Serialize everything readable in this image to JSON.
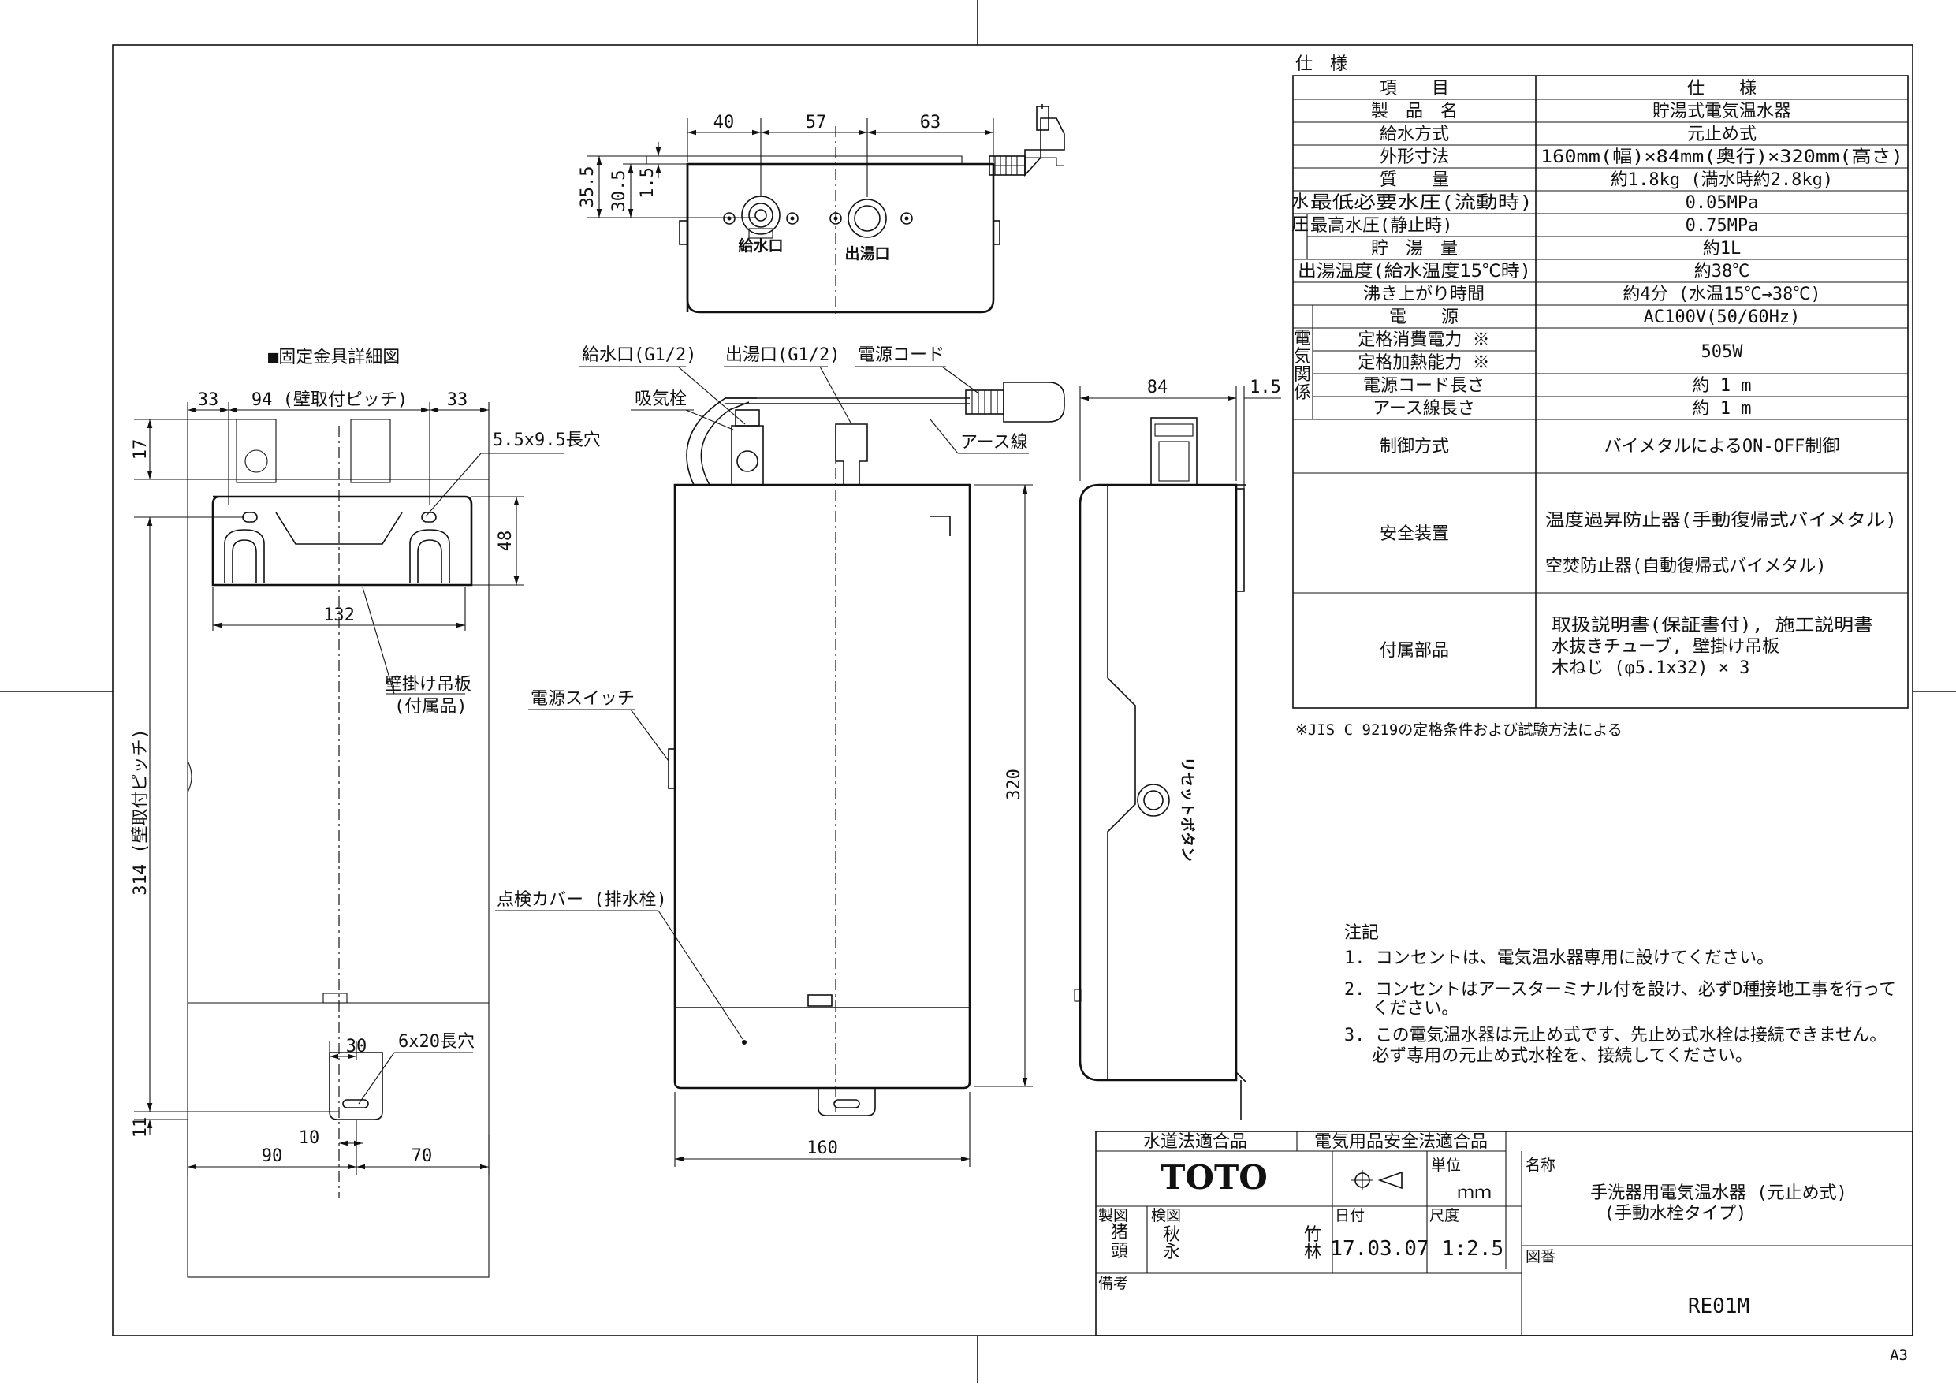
{
  "spec": {
    "caption": "仕　様",
    "header": [
      "項　　目",
      "仕　　様"
    ],
    "rows": [
      {
        "label": "製　品　名",
        "value": "貯湯式電気温水器"
      },
      {
        "label": "給水方式",
        "value": "元止め式"
      },
      {
        "label": "外形寸法",
        "value": "160mm(幅)×84mm(奥行)×320mm(高さ)"
      },
      {
        "label": "質　　量",
        "value": "約1.8kg (満水時約2.8kg)"
      },
      {
        "label": "最低必要水圧(流動時)",
        "value": "0.05MPa"
      },
      {
        "label": "最高水圧(静止時)",
        "value": "0.75MPa"
      },
      {
        "label": "貯　湯　量",
        "value": "約1L"
      },
      {
        "label": "出湯温度(給水温度15℃時)",
        "value": "約38℃"
      },
      {
        "label": "沸き上がり時間",
        "value": "約4分 (水温15℃→38℃)"
      },
      {
        "label": "電　　源",
        "value": "AC100V(50/60Hz)"
      },
      {
        "label": "定格消費電力 ※",
        "value": "505W"
      },
      {
        "label": "定格加熱能力 ※",
        "value": ""
      },
      {
        "label": "電源コード長さ",
        "value": "約 1 m"
      },
      {
        "label": "アース線長さ",
        "value": "約 1 m"
      },
      {
        "label": "制御方式",
        "value": "バイメタルによるON-OFF制御"
      },
      {
        "label": "安全装置",
        "value1": "温度過昇防止器(手動復帰式バイメタル)",
        "value2": "空焚防止器(自動復帰式バイメタル)"
      },
      {
        "label": "付属部品",
        "value1": "取扱説明書(保証書付), 施工説明書",
        "value2": "水抜きチューブ, 壁掛け吊板",
        "value3": "木ねじ (φ5.1x32) × 3"
      }
    ],
    "group_water": "水圧",
    "group_elec": "電気関係",
    "footnote": "※JIS C 9219の定格条件および試験方法による"
  },
  "notes": {
    "title": "注記",
    "items": [
      "1. コンセントは、電気温水器専用に設けてください。",
      "2. コンセントはアースターミナル付を設け、必ずD種接地工事を行って",
      "　 ください。",
      "3. この電気温水器は元止め式です、先止め式水栓は接続できません。",
      "　 必ず専用の元止め式水栓を、接続してください。"
    ]
  },
  "labels": {
    "bracket_title": "■固定金具詳細図",
    "pitch94": "94 (壁取付ピッチ)",
    "slot_upper": "5.5x9.5長穴",
    "slot_lower": "6x20長穴",
    "hanger": "壁掛け吊板",
    "hanger_sub": "(付属品)",
    "pitch314": "314 (壁取付ピッチ)",
    "inlet": "給水口(G1/2)",
    "outlet": "出湯口(G1/2)",
    "cord": "電源コード",
    "vent": "吸気栓",
    "earth": "アース線",
    "switch": "電源スイッチ",
    "cover": "点検カバー (排水栓)",
    "inlet_top": "給水口",
    "outlet_top": "出湯口",
    "reset": "リセットボタン"
  },
  "dims": {
    "d33a": "33",
    "d33b": "33",
    "d17": "17",
    "d48": "48",
    "d132": "132",
    "d30": "30",
    "d11": "11",
    "d10": "10",
    "d90": "90",
    "d70": "70",
    "d160": "160",
    "d320": "320",
    "d84": "84",
    "d1_5s": "1.5",
    "d40": "40",
    "d57": "57",
    "d63": "63",
    "d35_5": "35.5",
    "d30_5": "30.5",
    "d1_5t": "1.5"
  },
  "title_block": {
    "cert1": "水道法適合品",
    "cert2": "電気用品安全法適合品",
    "brand": "TOTO",
    "unit_label": "単位",
    "unit": "ｍｍ",
    "name_label": "名称",
    "name1": "手洗器用電気温水器 (元止め式)",
    "name2": "(手動水栓タイプ)",
    "drawn_label": "製図",
    "drawn": "猪頭",
    "check_label": "検図",
    "check1": "秋永",
    "check2": "竹林",
    "date_label": "日付",
    "date": "17.03.07",
    "scale_label": "尺度",
    "scale": "1:2.5",
    "drawing_no_label": "図番",
    "drawing_no": "RE01M",
    "remarks_label": "備考"
  },
  "sheet_size": "A3"
}
